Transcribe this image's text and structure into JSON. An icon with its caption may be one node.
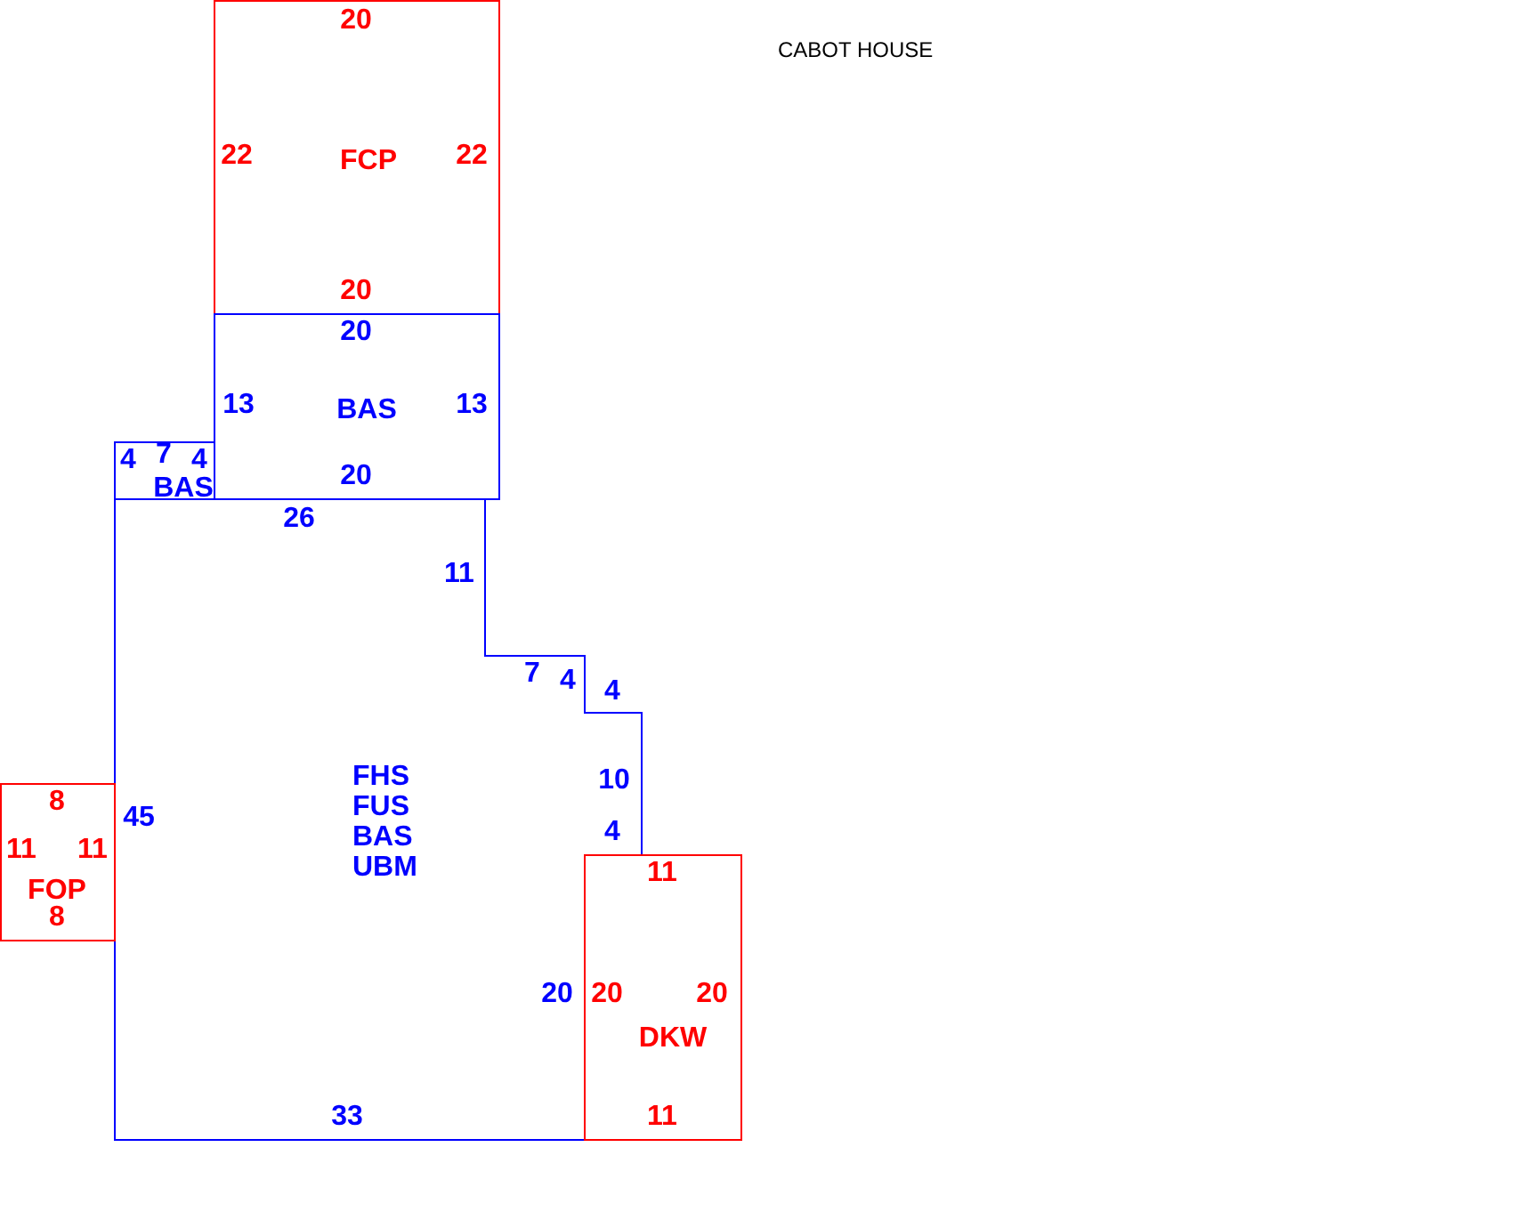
{
  "diagram": {
    "title": "CABOT HOUSE",
    "nodes": [
      {
        "text": [
          "FCP"
        ]
      },
      {
        "text": [
          "BAS"
        ]
      },
      {
        "text": [
          "BAS"
        ]
      },
      {
        "text": [
          "FHS",
          "FUS",
          "BAS",
          "UBM"
        ]
      },
      {
        "text": [
          "FOP"
        ]
      },
      {
        "text": [
          "DKW"
        ]
      }
    ],
    "labels": [
      "20",
      "22",
      "22",
      "20",
      "20",
      "13",
      "13",
      "4",
      "7",
      "4",
      "20",
      "26",
      "11",
      "7",
      "4",
      "4",
      "10",
      "45",
      "8",
      "4",
      "11",
      "11",
      "11",
      "8",
      "20",
      "20",
      "20",
      "33",
      "11"
    ]
  }
}
